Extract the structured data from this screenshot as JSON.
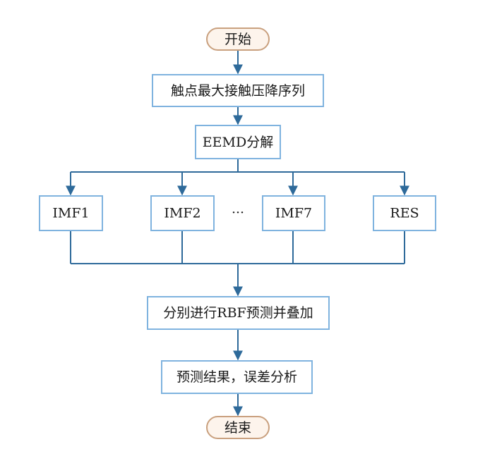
{
  "nodes": {
    "start": "开始",
    "sort": "触点最大接触压降序列",
    "eemd": "EEMD分解",
    "imf1": "IMF1",
    "imf2": "IMF2",
    "ellipsis": "···",
    "imf7": "IMF7",
    "res": "RES",
    "rbf": "分别进行RBF预测并叠加",
    "result": "预测结果，误差分析",
    "end": "结束"
  },
  "colors": {
    "box_border": "#7fb3df",
    "terminal_border": "#c9a07e",
    "terminal_fill": "#fdf4ec",
    "arrow": "#2e6a9a"
  }
}
